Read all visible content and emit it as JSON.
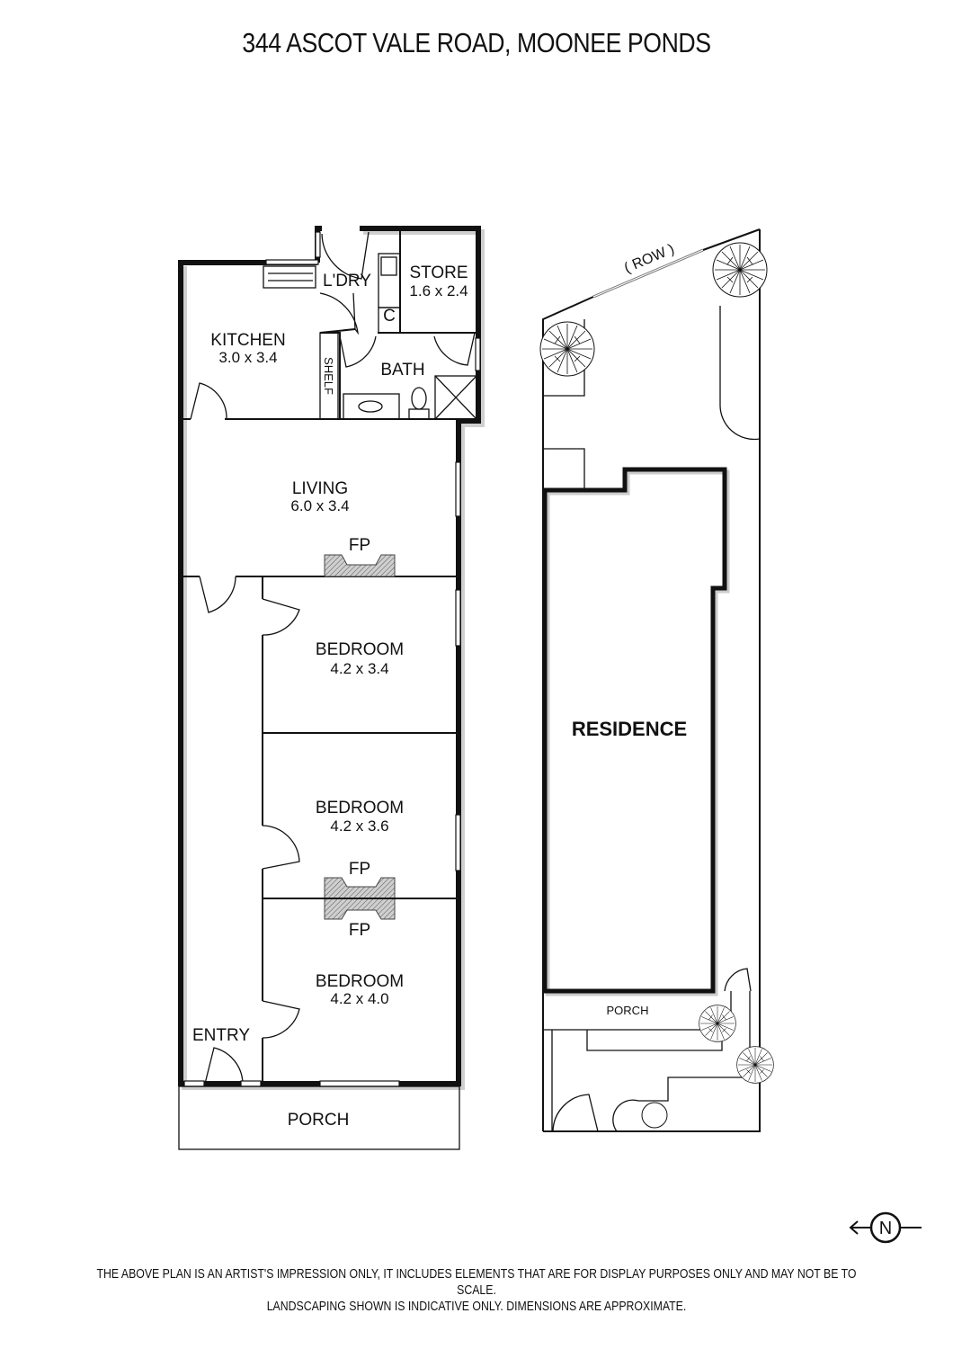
{
  "header": {
    "title": "344 ASCOT VALE ROAD, MOONEE PONDS"
  },
  "floor_plan": {
    "rooms": [
      {
        "name": "KITCHEN",
        "dims": "3.0 x 3.4"
      },
      {
        "name": "L'DRY",
        "dims": ""
      },
      {
        "name": "STORE",
        "dims": "1.6 x 2.4"
      },
      {
        "name": "BATH",
        "dims": ""
      },
      {
        "name": "LIVING",
        "dims": "6.0 x 3.4"
      },
      {
        "name": "BEDROOM",
        "dims": "4.2 x 3.4"
      },
      {
        "name": "BEDROOM",
        "dims": "4.2 x 3.6"
      },
      {
        "name": "BEDROOM",
        "dims": "4.2 x 4.0"
      },
      {
        "name": "ENTRY",
        "dims": ""
      },
      {
        "name": "PORCH",
        "dims": ""
      }
    ],
    "fixtures": {
      "cupboard": "C",
      "shelf": "SHELF",
      "fireplace": "FP"
    }
  },
  "site_plan": {
    "row_label": "( ROW )",
    "residence_label": "RESIDENCE",
    "porch_label": "PORCH"
  },
  "compass": {
    "label": "N",
    "direction": "left"
  },
  "footer": {
    "line1": "THE ABOVE PLAN IS AN ARTIST'S IMPRESSION ONLY, IT INCLUDES ELEMENTS THAT ARE FOR DISPLAY PURPOSES ONLY AND MAY NOT BE TO SCALE.",
    "line2": "LANDSCAPING SHOWN IS INDICATIVE ONLY. DIMENSIONS ARE APPROXIMATE."
  }
}
